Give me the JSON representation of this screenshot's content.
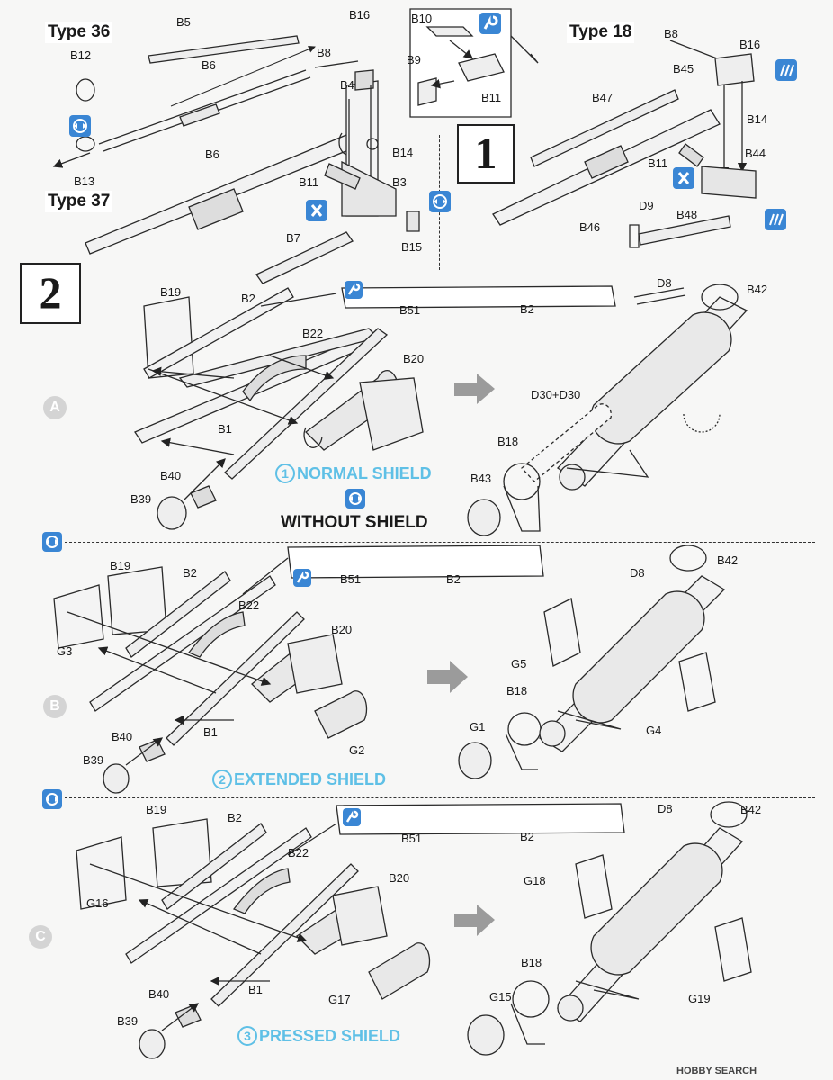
{
  "step1": {
    "step_number": "1",
    "type36_label": "Type 36",
    "type37_label": "Type 37",
    "type18_label": "Type 18",
    "labels": {
      "B5": "B5",
      "B16a": "B16",
      "B10": "B10",
      "B12": "B12",
      "B6a": "B6",
      "B8a": "B8",
      "B4": "B4",
      "B9": "B9",
      "B11a": "B11",
      "B13": "B13",
      "B6b": "B6",
      "B14a": "B14",
      "B11b": "B11",
      "B3": "B3",
      "B15": "B15",
      "B7": "B7",
      "B8b": "B8",
      "B16b": "B16",
      "B45": "B45",
      "B47": "B47",
      "B14b": "B14",
      "B11c": "B11",
      "B44": "B44",
      "D9": "D9",
      "B48": "B48",
      "B46": "B46"
    }
  },
  "step2": {
    "step_number": "2",
    "variants": [
      {
        "circle": "A",
        "option_number": "1",
        "option_label": "NORMAL SHIELD",
        "alt_label": "WITHOUT SHIELD",
        "labels": {
          "B19": "B19",
          "B2": "B2",
          "B22": "B22",
          "B20": "B20",
          "B1": "B1",
          "B40": "B40",
          "B39": "B39",
          "inset_B51": "B51",
          "inset_B2": "B2",
          "D8": "D8",
          "B42": "B42",
          "D30": "D30+D30",
          "B18": "B18",
          "B43": "B43"
        }
      },
      {
        "circle": "B",
        "option_number": "2",
        "option_label": "EXTENDED SHIELD",
        "labels": {
          "B19": "B19",
          "B2": "B2",
          "G3": "G3",
          "B22": "B22",
          "B20": "B20",
          "B1": "B1",
          "G2": "G2",
          "B40": "B40",
          "B39": "B39",
          "inset_B51": "B51",
          "inset_B2": "B2",
          "D8": "D8",
          "B42": "B42",
          "G5": "G5",
          "B18": "B18",
          "G1": "G1",
          "G4": "G4"
        }
      },
      {
        "circle": "C",
        "option_number": "3",
        "option_label": "PRESSED SHIELD",
        "labels": {
          "B19": "B19",
          "B2": "B2",
          "G16": "G16",
          "B22": "B22",
          "B20": "B20",
          "B1": "B1",
          "G17": "G17",
          "B40": "B40",
          "B39": "B39",
          "inset_B51": "B51",
          "inset_B2": "B2",
          "D8": "D8",
          "B42": "B42",
          "G18": "G18",
          "B18": "B18",
          "G15": "G15",
          "G19": "G19"
        }
      }
    ]
  },
  "watermark": "HOBBY SEARCH",
  "colors": {
    "icon_blue": "#3a86d4",
    "option_text": "#5fc0e6",
    "circle_grey": "#d4d4d4",
    "arrow_grey": "#9b9b9b"
  },
  "icons": [
    "check-icon",
    "symmetrical-parts-icon",
    "glue-icon",
    "cut-icon",
    "hatch-icon"
  ]
}
